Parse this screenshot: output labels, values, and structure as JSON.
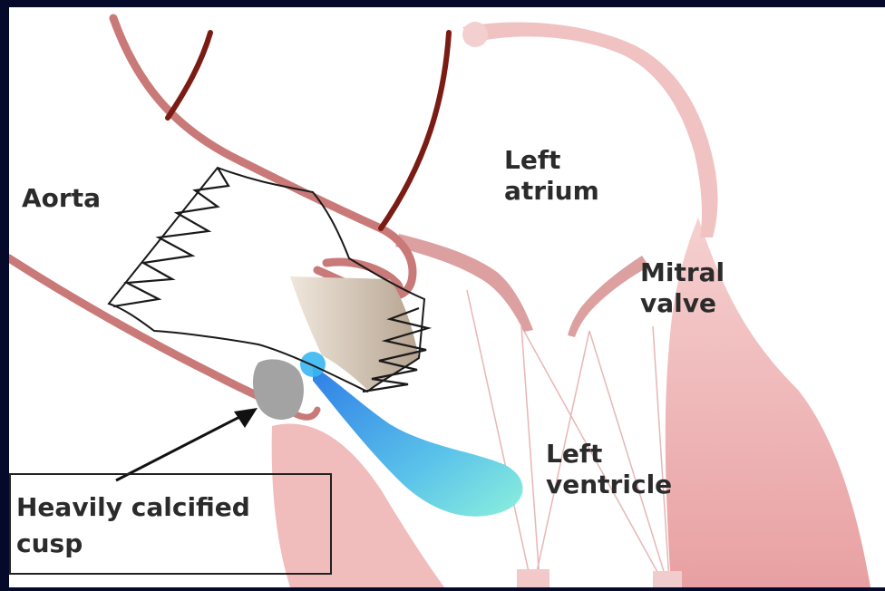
{
  "labels": {
    "aorta": "Aorta",
    "left_atrium_line1": "Left",
    "left_atrium_line2": "atrium",
    "mitral_line1": "Mitral",
    "mitral_line2": "valve",
    "left_ventricle_line1": "Left",
    "left_ventricle_line2": "ventricle",
    "calcified_line1": "Heavily calcified",
    "calcified_line2": "cusp"
  },
  "colors": {
    "background": "#050a2a",
    "canvas": "#ffffff",
    "vessel_dark": "#7a1c14",
    "tissue_pink": "#e9a7a7",
    "tissue_light": "#f4caca",
    "valve_frame": "#1a1a1a",
    "valve_leaflet": "#c9b8a6",
    "jet_blue": "#3f9be8",
    "jet_cyan": "#7fe6e0",
    "calcium_gray": "#9a9a9a"
  }
}
